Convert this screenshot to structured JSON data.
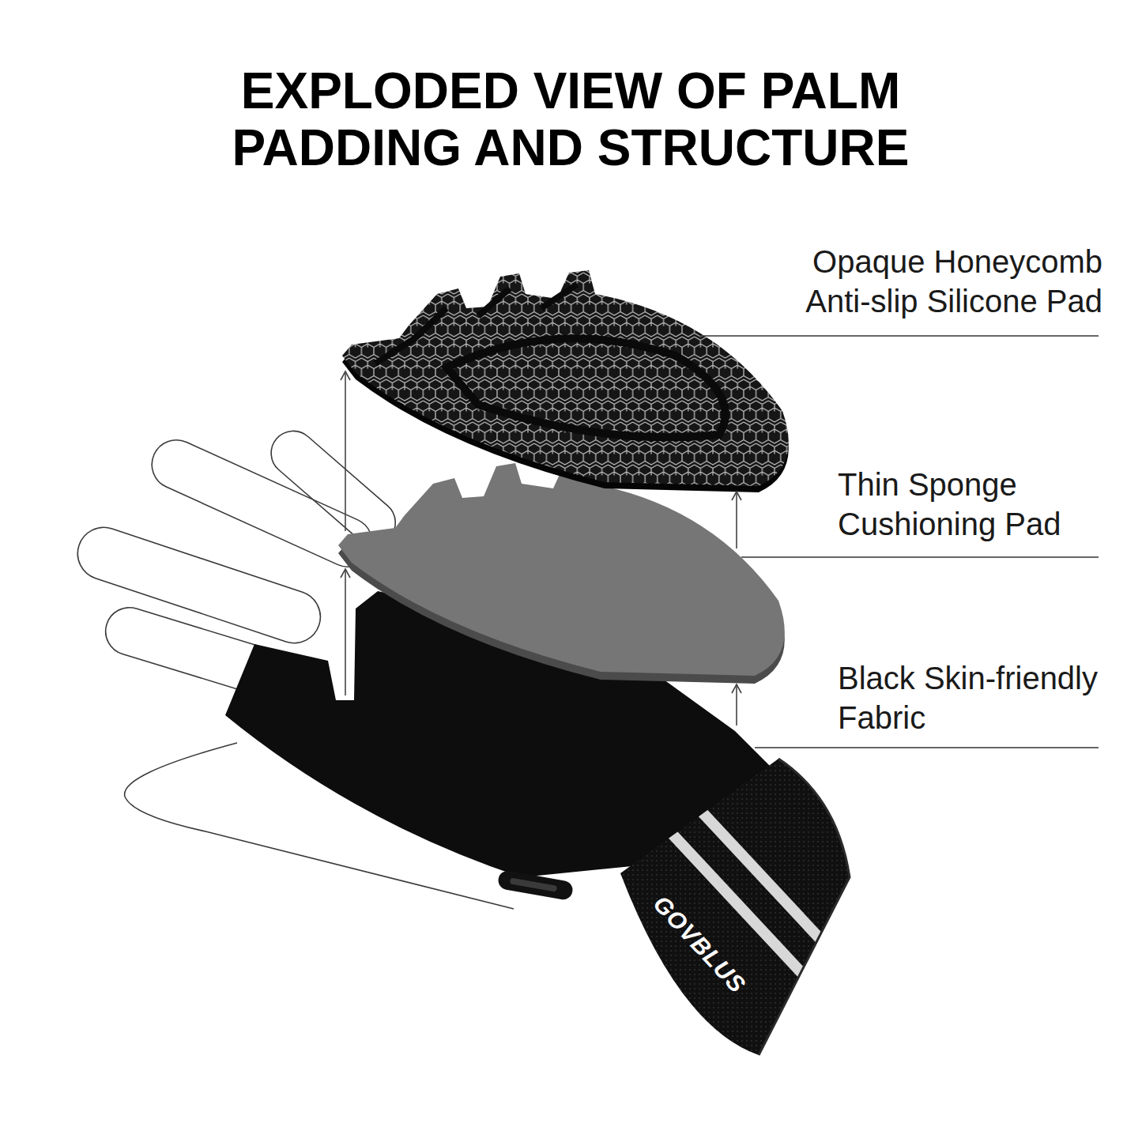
{
  "diagram": {
    "title": "EXPLODED VIEW OF PALM PADDING AND STRUCTURE",
    "labels": [
      "Opaque Honeycomb Anti-slip Silicone Pad",
      "Thin Sponge Cushioning Pad",
      "Black Skin-friendly Fabric",
      "GOVBLUS"
    ]
  }
}
